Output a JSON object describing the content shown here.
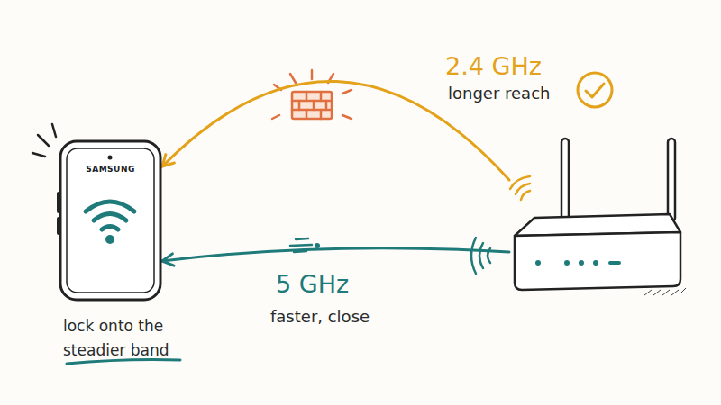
{
  "diagram": {
    "nodes": [
      {
        "text": [
          "SAMSUNG",
          "lock onto the steadier band"
        ]
      },
      {
        "text": []
      }
    ],
    "edges": [
      {
        "from": 1,
        "to": 0,
        "arrow": "to",
        "label": "2.4 GHz"
      },
      {
        "from": 1,
        "to": 0,
        "arrow": "to",
        "label": "5 GHz"
      }
    ],
    "labels": [
      "longer reach",
      "faster, close"
    ]
  }
}
